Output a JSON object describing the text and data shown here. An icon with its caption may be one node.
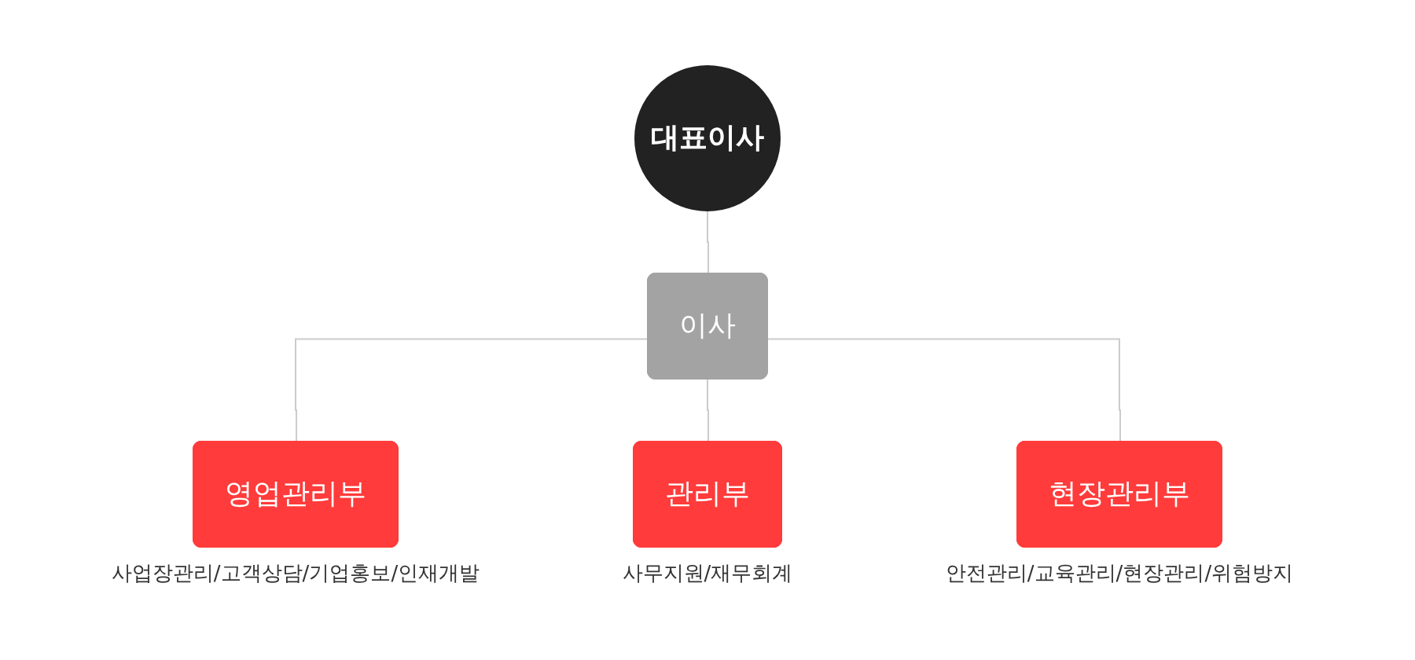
{
  "diagram": {
    "nodes": [
      {
        "text": [
          "대표이사"
        ]
      },
      {
        "text": [
          "이사"
        ]
      },
      {
        "text": [
          "영업관리부"
        ],
        "beside": [
          "사업장관리/고객상담/기업홍보/인재개발"
        ]
      },
      {
        "text": [
          "관리부"
        ],
        "beside": [
          "사무지원/재무회계"
        ]
      },
      {
        "text": [
          "현장관리부"
        ],
        "beside": [
          "안전관리/교육관리/현장관리/위험방지"
        ]
      }
    ],
    "edges": [
      {
        "from": 0,
        "to": 1,
        "arrow": "none"
      },
      {
        "from": 1,
        "to": 2,
        "arrow": "none"
      },
      {
        "from": 1,
        "to": 3,
        "arrow": "none"
      },
      {
        "from": 1,
        "to": 4,
        "arrow": "none"
      }
    ]
  }
}
